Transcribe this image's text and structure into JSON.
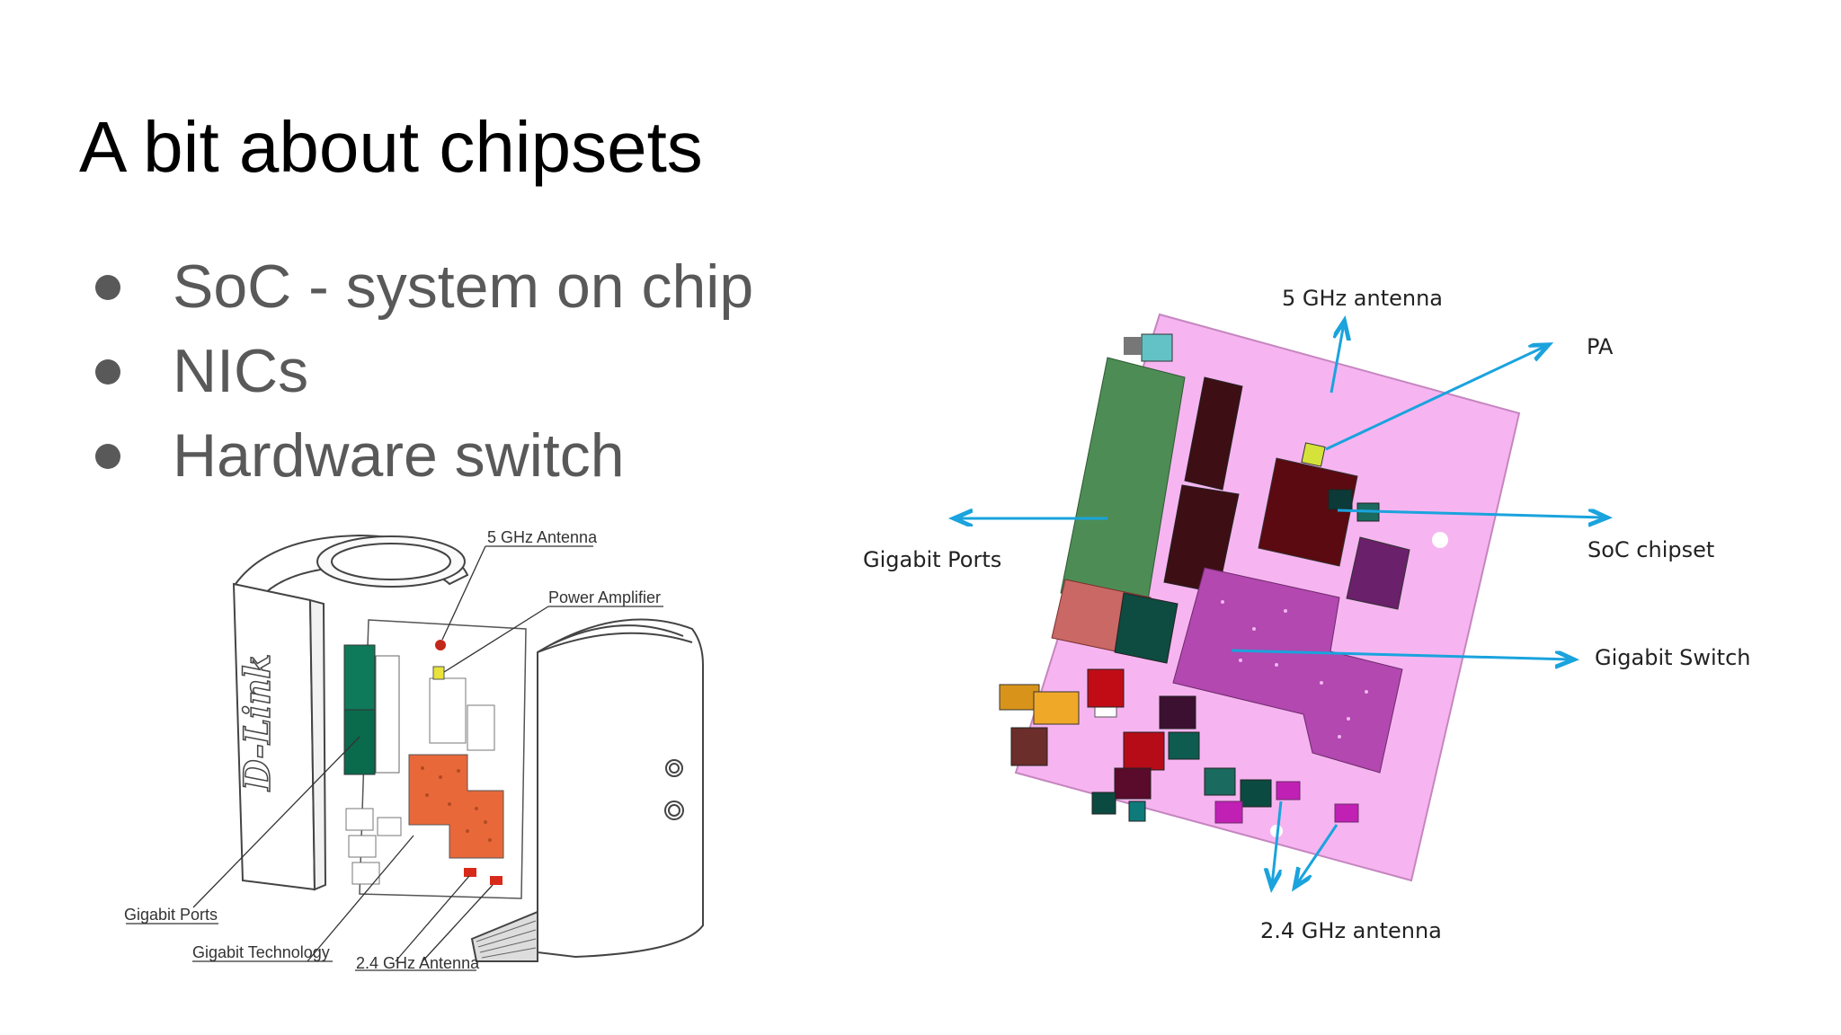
{
  "slide": {
    "title": "A bit about chipsets",
    "bullets": [
      "SoC - system on chip",
      "NICs",
      "Hardware switch"
    ]
  },
  "left_diagram": {
    "labels": {
      "ghz5": "5 GHz Antenna",
      "pa": "Power Amplifier",
      "ports": "Gigabit Ports",
      "tech": "Gigabit Technology",
      "ghz24": "2.4 GHz Antenna"
    },
    "brand_text": "D-Link"
  },
  "right_diagram": {
    "labels": {
      "ghz5": "5 GHz antenna",
      "pa": "PA",
      "ports": "Gigabit Ports",
      "soc": "SoC chipset",
      "switch": "Gigabit Switch",
      "ghz24": "2.4 GHz antenna"
    }
  },
  "colors": {
    "arrow": "#1aa3dd",
    "board": "#f6b5f0",
    "orange": "#e8683a",
    "green": "#0e7a5a"
  }
}
